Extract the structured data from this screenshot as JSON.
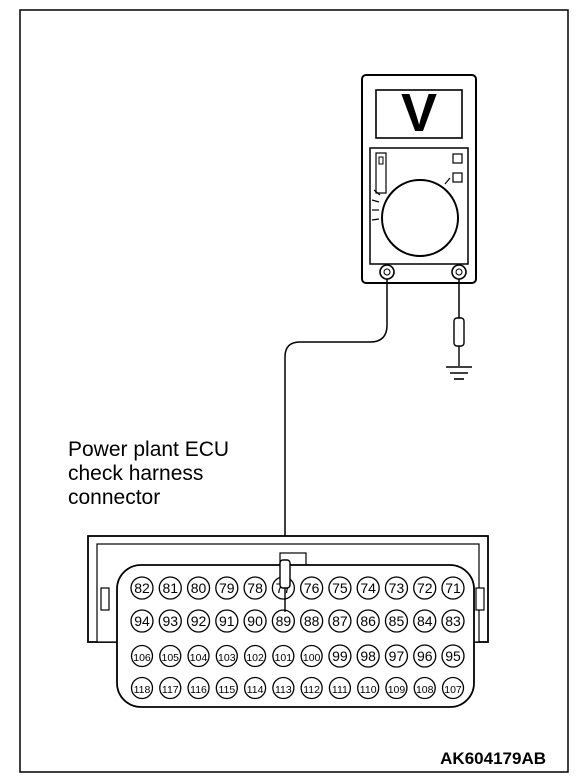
{
  "caption": {
    "line1": "Power plant ECU",
    "line2": "check harness",
    "line3": "connector"
  },
  "figure_code": "AK604179AB",
  "meter": {
    "mode_symbol": "V",
    "function": "voltmeter",
    "probe_pin": "89",
    "ground_symbol": "ground-icon"
  },
  "connector": {
    "rows": [
      [
        "82",
        "81",
        "80",
        "79",
        "78",
        "77",
        "76",
        "75",
        "74",
        "73",
        "72",
        "71"
      ],
      [
        "94",
        "93",
        "92",
        "91",
        "90",
        "89",
        "88",
        "87",
        "86",
        "85",
        "84",
        "83"
      ],
      [
        "106",
        "105",
        "104",
        "103",
        "102",
        "101",
        "100",
        "99",
        "98",
        "97",
        "96",
        "95"
      ],
      [
        "118",
        "117",
        "116",
        "115",
        "114",
        "113",
        "112",
        "111",
        "110",
        "109",
        "108",
        "107"
      ]
    ]
  },
  "colors": {
    "line": "#000000",
    "background": "#ffffff"
  }
}
